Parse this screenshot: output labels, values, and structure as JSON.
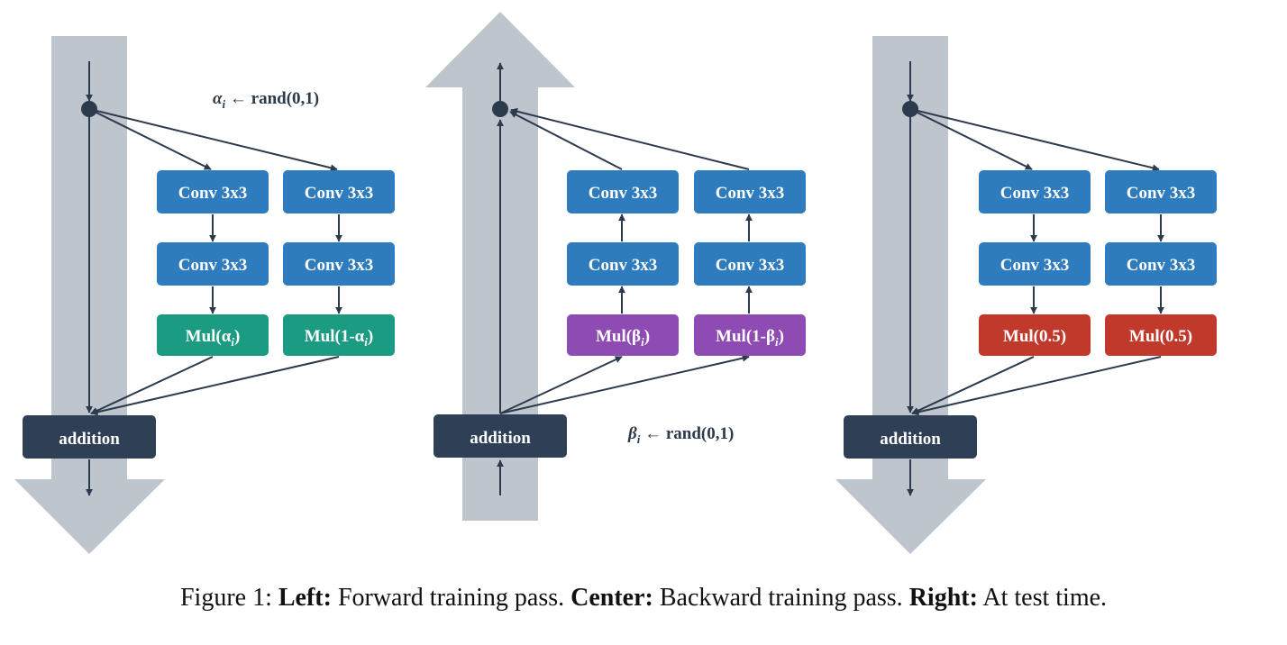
{
  "colors": {
    "big_arrow": "#bfc5cc",
    "conv": "#2e7bbd",
    "addition": "#2f4056",
    "mul_forward": "#1a9b82",
    "mul_backward": "#8e4bb4",
    "mul_test": "#c1392b",
    "line": "#2c3a4d"
  },
  "left": {
    "formula_main": "α",
    "formula_sub": "i",
    "formula_rest": " ← rand(0,1)",
    "conv_top_a": "Conv 3x3",
    "conv_top_b": "Conv 3x3",
    "conv_mid_a": "Conv 3x3",
    "conv_mid_b": "Conv 3x3",
    "mul_a_pre": "Mul(α",
    "mul_a_sub": "i",
    "mul_a_post": ")",
    "mul_b_pre": "Mul(1-α",
    "mul_b_sub": "i",
    "mul_b_post": ")",
    "addition": "addition"
  },
  "center": {
    "formula_main": "β",
    "formula_sub": "i",
    "formula_rest": " ← rand(0,1)",
    "conv_top_a": "Conv 3x3",
    "conv_top_b": "Conv 3x3",
    "conv_mid_a": "Conv 3x3",
    "conv_mid_b": "Conv 3x3",
    "mul_a_pre": "Mul(β",
    "mul_a_sub": "i",
    "mul_a_post": ")",
    "mul_b_pre": "Mul(1-β",
    "mul_b_sub": "i",
    "mul_b_post": ")",
    "addition": "addition"
  },
  "right": {
    "conv_top_a": "Conv 3x3",
    "conv_top_b": "Conv 3x3",
    "conv_mid_a": "Conv 3x3",
    "conv_mid_b": "Conv 3x3",
    "mul_a": "Mul(0.5)",
    "mul_b": "Mul(0.5)",
    "addition": "addition"
  },
  "caption": {
    "figure": "Figure 1: ",
    "left_label": "Left:",
    "left_text": " Forward training pass. ",
    "center_label": "Center:",
    "center_text": " Backward training pass. ",
    "right_label": "Right:",
    "right_text": " At test time."
  }
}
